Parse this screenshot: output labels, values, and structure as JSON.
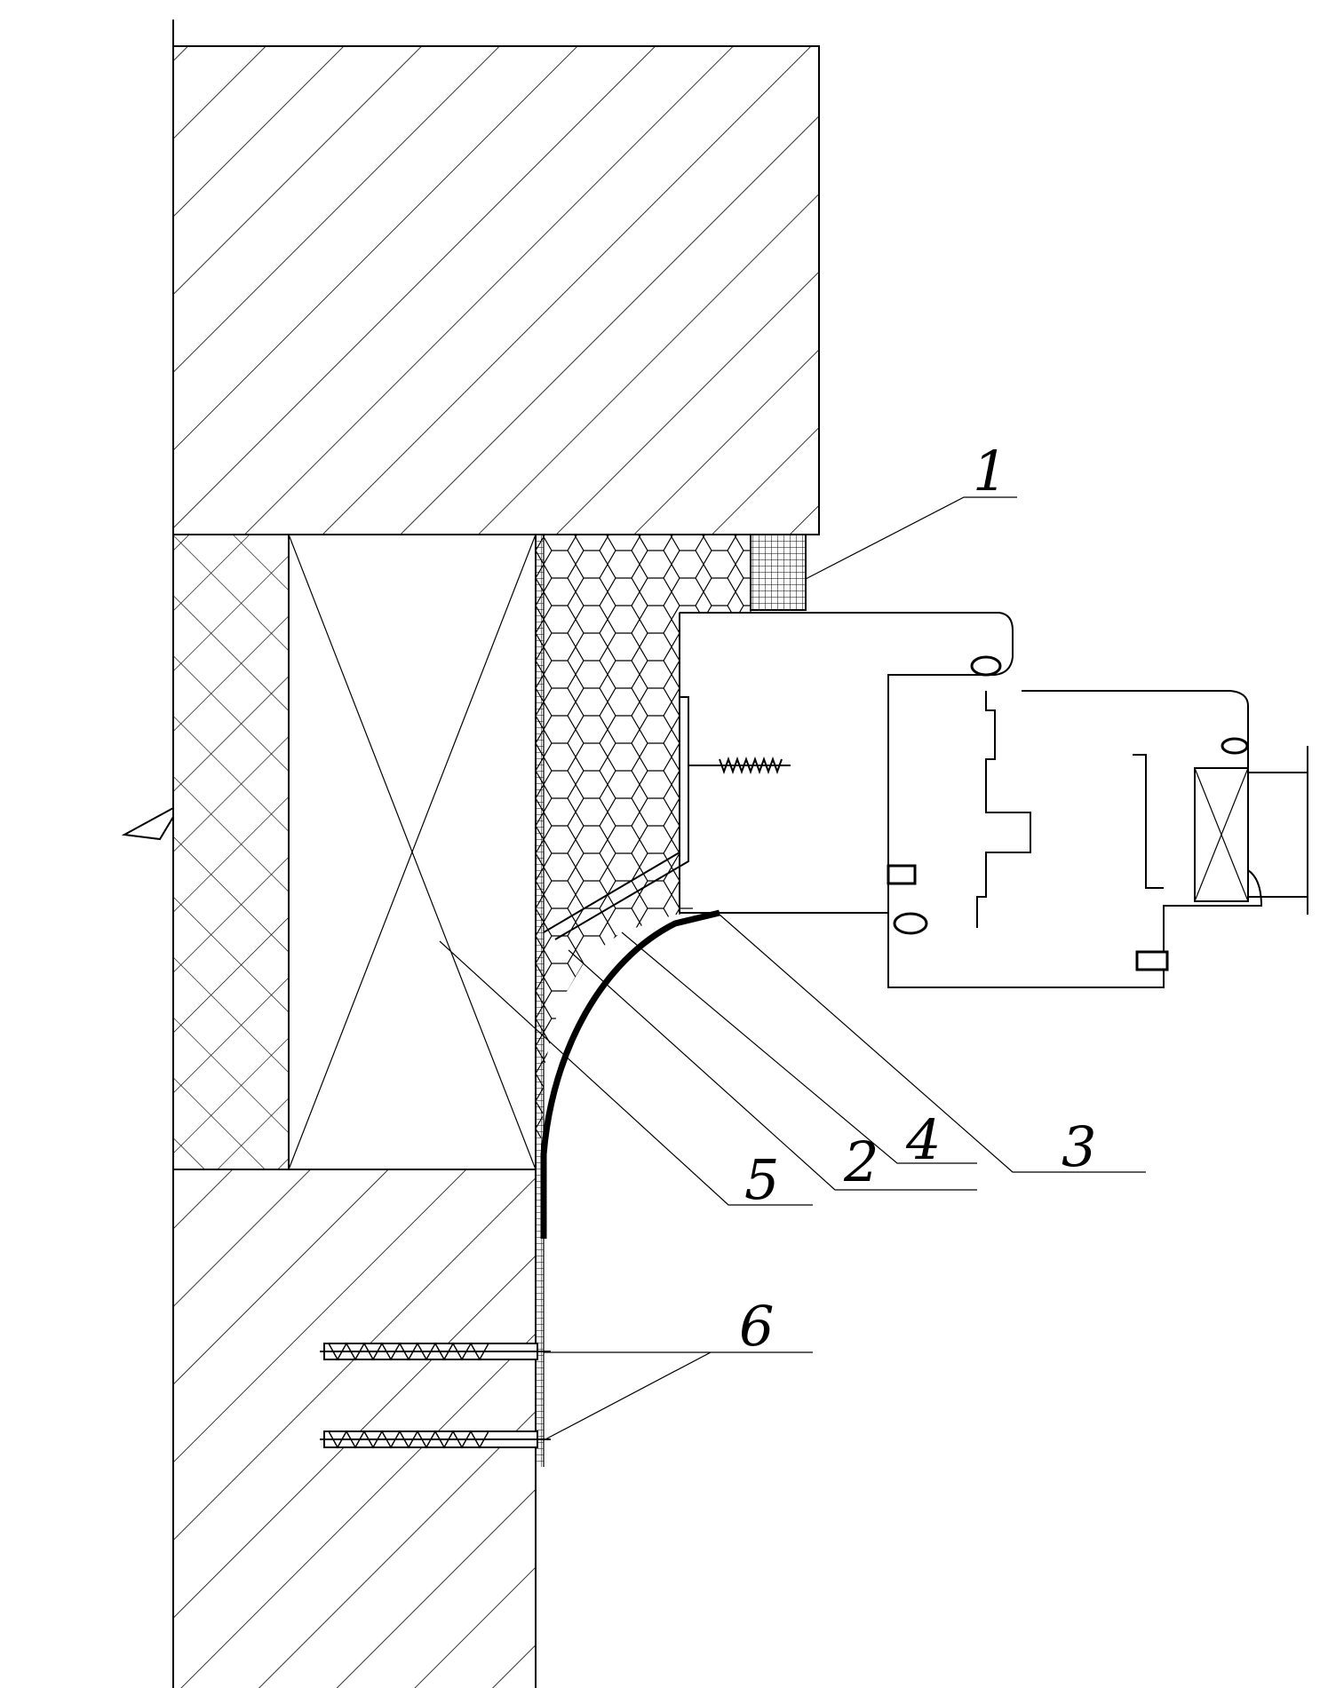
{
  "callouts": {
    "c1": "1",
    "c2": "2",
    "c3": "3",
    "c4": "4",
    "c5": "5",
    "c6": "6"
  },
  "colors": {
    "ink": "#000000",
    "paper": "#ffffff"
  },
  "materials": [
    "concrete-hatch",
    "crosshatch-insulation",
    "timber-block",
    "honeycomb-foam",
    "mesh-seal",
    "window-frame-profile",
    "anchor-dowel",
    "wood-screw"
  ]
}
